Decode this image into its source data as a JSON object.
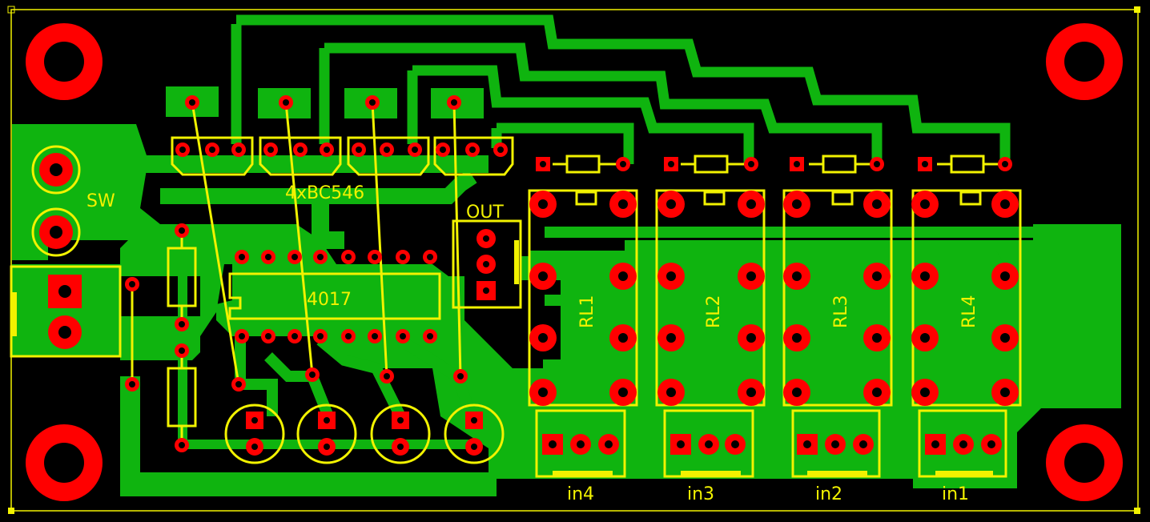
{
  "board": {
    "colors": {
      "background": "#000000",
      "copper": "#0fb40f",
      "pad": "#ff0000",
      "drill": "#000000",
      "silkscreen": "#f2f200"
    },
    "labels": {
      "switch": "SW",
      "transistors": "4xBC546",
      "output": "OUT",
      "counter_ic": "4017",
      "relay1": "RL1",
      "relay2": "RL2",
      "relay3": "RL3",
      "relay4": "RL4",
      "input4": "in4",
      "input3": "in3",
      "input2": "in2",
      "input1": "in1"
    }
  }
}
